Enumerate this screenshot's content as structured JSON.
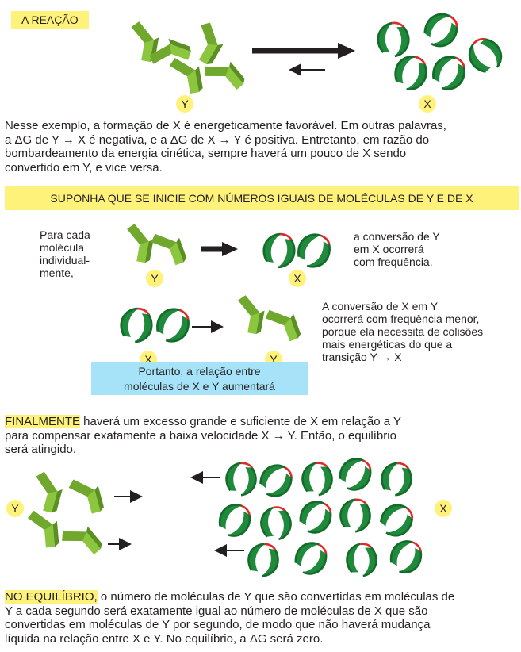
{
  "section1": {
    "tag": "A REAÇÃO",
    "label_y": "Y",
    "label_x": "X",
    "para_lines": [
      "Nesse exemplo, a formação de X é energeticamente favorável. Em outras palavras,",
      "a ΔG de Y → X é negativa, e a ΔG de X → Y é positiva. Entretanto, em razão do",
      "bombardeamento da energia cinética, sempre haverá um pouco de X sendo",
      "convertido em Y, e vice versa."
    ]
  },
  "section2": {
    "banner": "SUPONHA QUE SE INICIE COM NÚMEROS IGUAIS DE MOLÉCULAS DE Y E DE X",
    "left_lines": [
      "Para cada",
      "molécula",
      "individual-",
      "mente,"
    ],
    "right_lines": [
      "a conversão de Y",
      "em X ocorrerá",
      "com frequência."
    ],
    "lower_lines": [
      "A conversão de X em Y",
      "ocorrerá com frequência menor,",
      "porque ela necessita de colisões",
      "mais energéticas do que a",
      "transição Y → X"
    ],
    "box_lines": [
      "Portanto, a relação entre",
      "moléculas de X e Y aumentará"
    ],
    "label_y": "Y",
    "label_x": "X"
  },
  "section3": {
    "tag": "FINALMENTE",
    "first_line_rest": " haverá um excesso grande e suficiente de X em relação a Y",
    "lines": [
      "para compensar exatamente a baixa velocidade X → Y. Então, o equilíbrio",
      "será atingido."
    ],
    "label_y": "Y",
    "label_x": "X"
  },
  "section4": {
    "tag": "NO EQUILÍBRIO,",
    "first_line_rest": " o número de moléculas de Y que são convertidas em moléculas de",
    "lines": [
      "Y a cada segundo será exatamente igual ao número de moléculas de X que são",
      "convertidas em moléculas de Y por segundo, de modo que não haverá mudança",
      "líquida na relação entre X e Y. No equilíbrio, a ΔG será zero."
    ]
  },
  "colors": {
    "highlight": "#fff27a",
    "blue_box": "#a6e3f8",
    "y_green": "#8cc63e",
    "x_green": "#1f8a3b",
    "bond_red": "#e02a2a"
  }
}
